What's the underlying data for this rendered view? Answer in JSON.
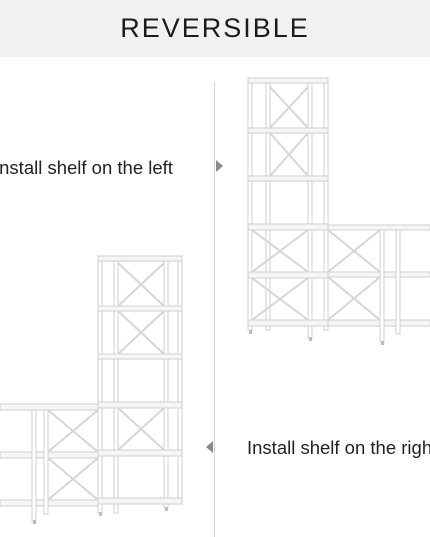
{
  "header": {
    "title": "REVERSIBLE"
  },
  "captions": {
    "left": "Install shelf on the left",
    "right": "Install shelf on the right"
  },
  "colors": {
    "header_bg": "#f1f1f1",
    "frame": "#d9d9d9",
    "shelf": "#f4f4f4",
    "arrow": "#8a8a8a"
  }
}
